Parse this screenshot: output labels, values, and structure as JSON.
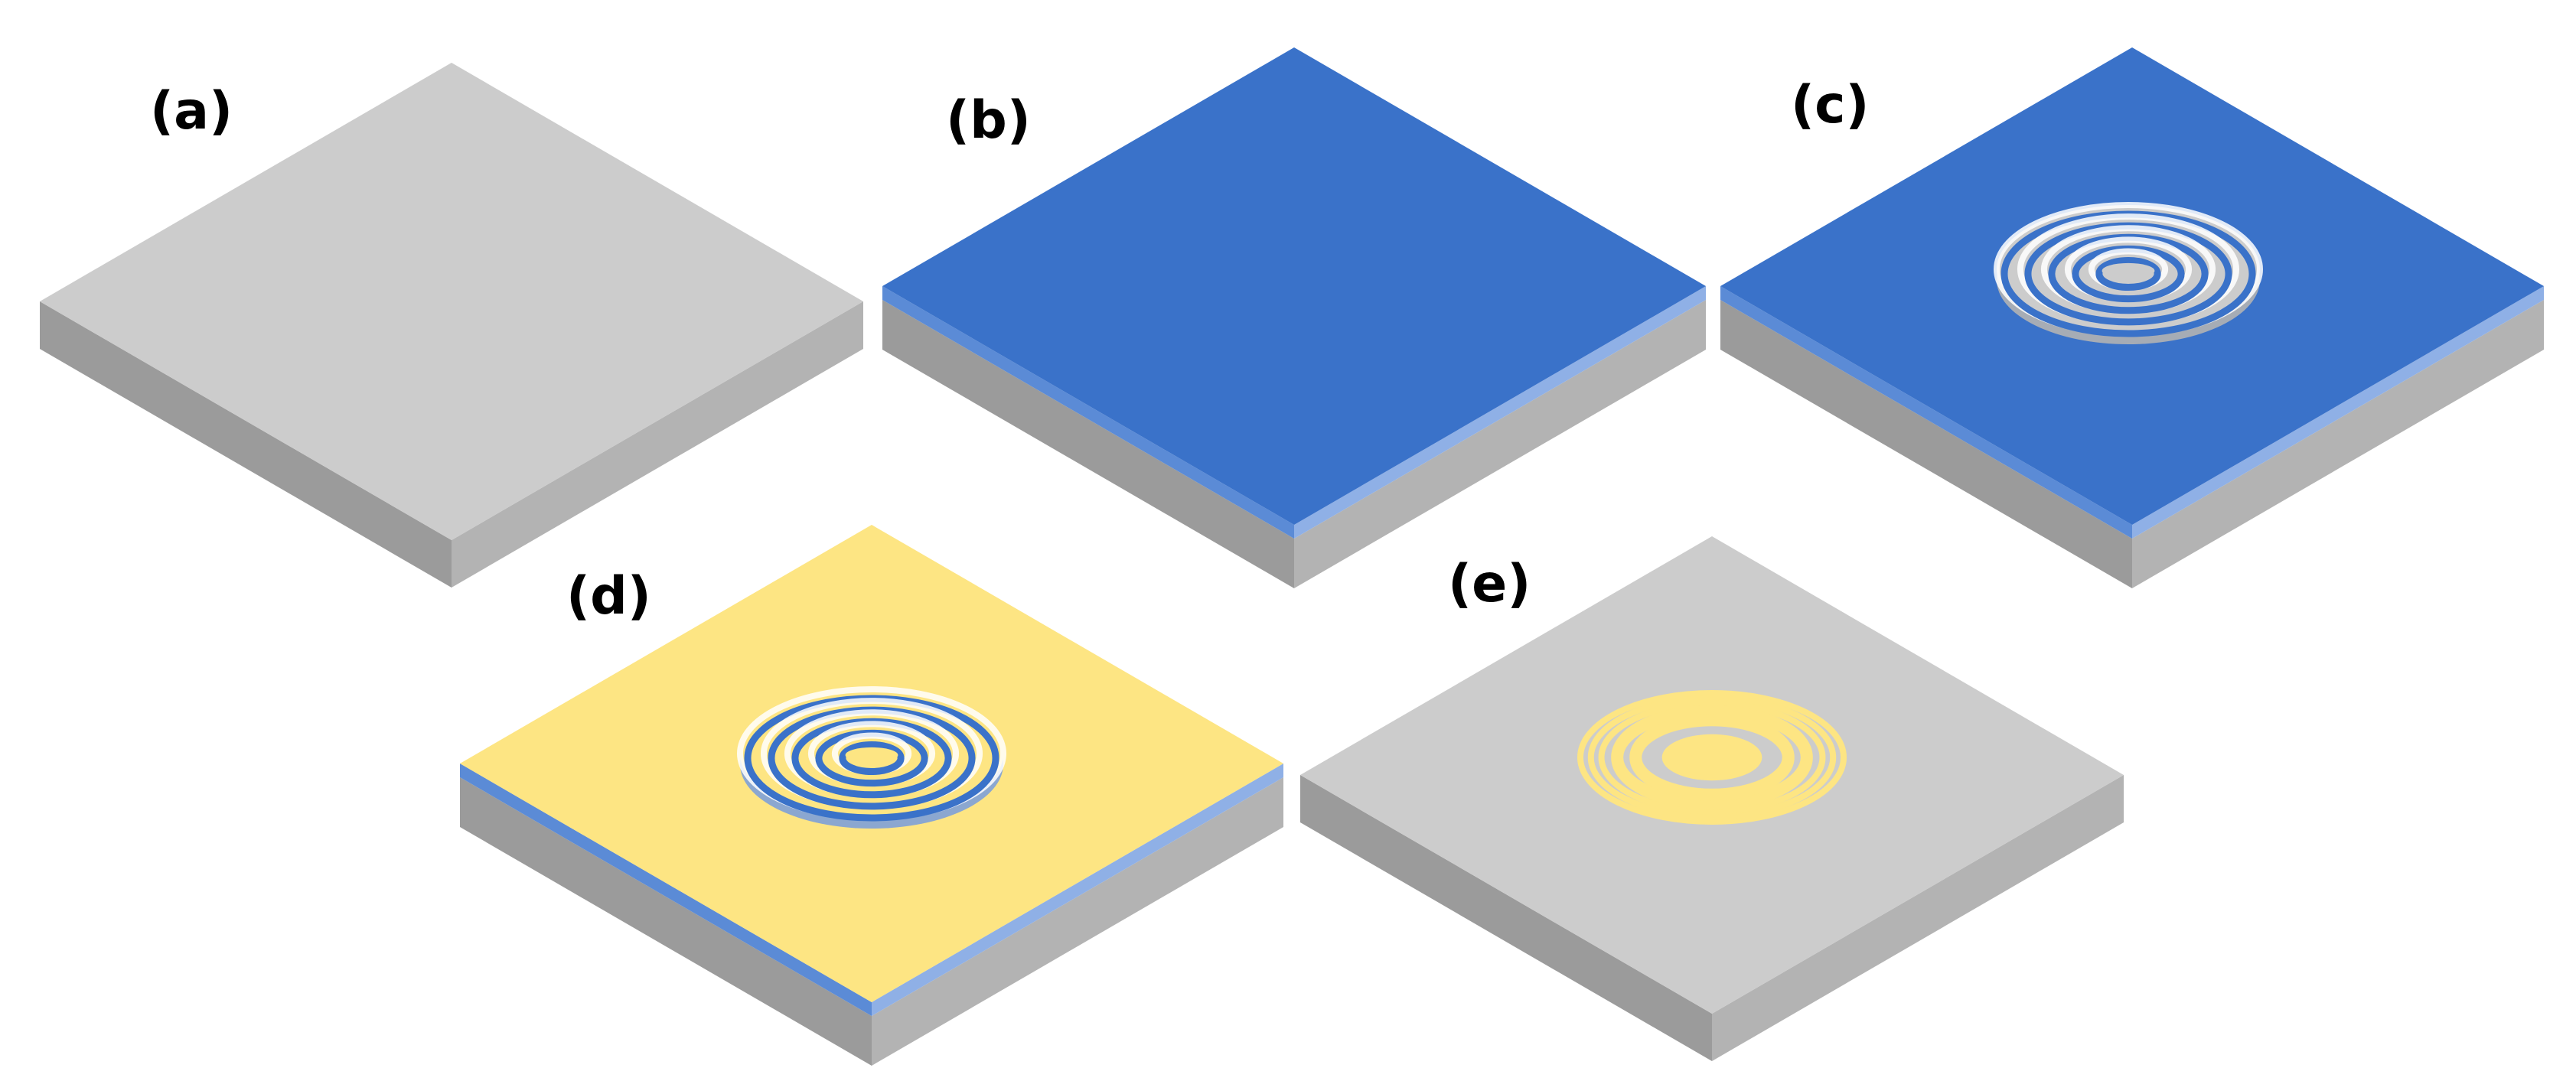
{
  "colors": {
    "substrate_top": "#cccccc",
    "substrate_left": "#9b9b9b",
    "substrate_right": "#b3b3b3",
    "resist_top": "#3a72c9",
    "resist_left": "#5b8bd6",
    "resist_right": "#8fb0e6",
    "metal_top": "#fde583",
    "ring_highlight": "#ffffff",
    "ring_shadow": "#7ea0d8"
  },
  "panels": [
    {
      "id": "a",
      "label": "(a)",
      "top": "substrate",
      "layer": "none",
      "pattern": "none",
      "pattern_color": "none"
    },
    {
      "id": "b",
      "label": "(b)",
      "top": "resist",
      "layer": "resist",
      "pattern": "none",
      "pattern_color": "none"
    },
    {
      "id": "c",
      "label": "(c)",
      "top": "resist",
      "layer": "resist",
      "pattern": "grooves",
      "pattern_color": "substrate"
    },
    {
      "id": "d",
      "label": "(d)",
      "top": "metal",
      "layer": "resist",
      "pattern": "grooves",
      "pattern_color": "metal"
    },
    {
      "id": "e",
      "label": "(e)",
      "top": "substrate",
      "layer": "none",
      "pattern": "rings",
      "pattern_color": "metal"
    }
  ]
}
